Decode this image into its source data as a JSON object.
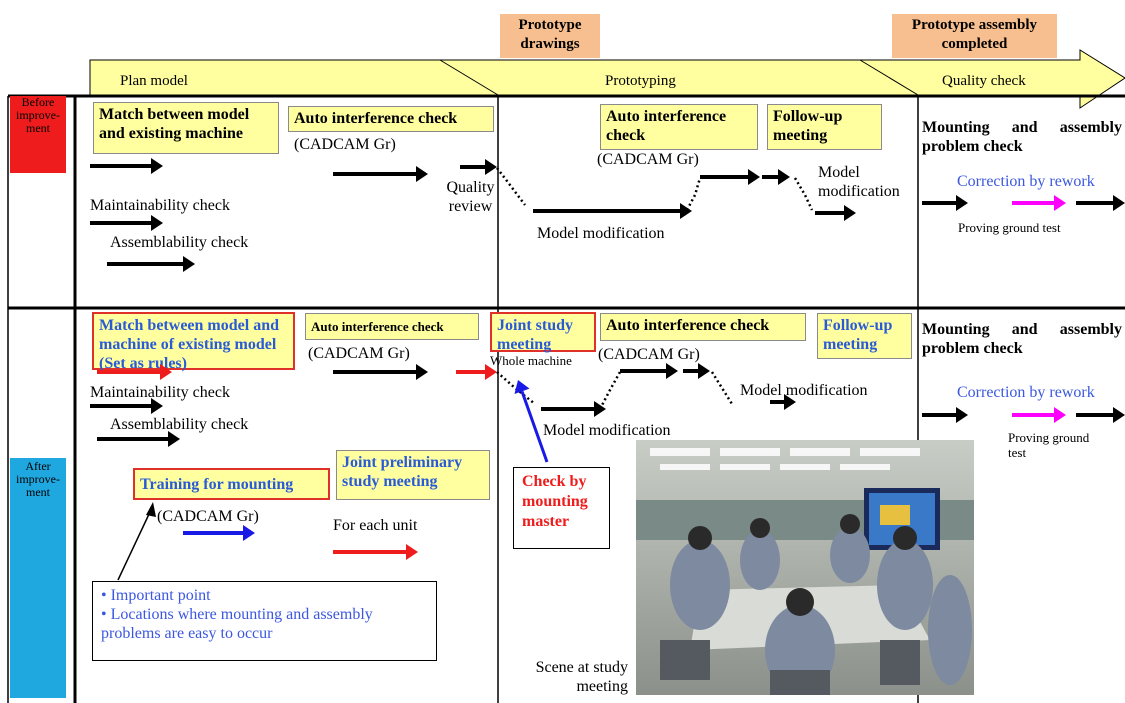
{
  "milestones": {
    "prototype_drawings": "Prototype drawings",
    "prototype_assembly_completed": "Prototype assembly completed"
  },
  "phases": {
    "plan_model": "Plan model",
    "prototyping": "Prototyping",
    "quality_check": "Quality check"
  },
  "row_tags": {
    "before": "Before improve-ment",
    "after": "After improve-ment"
  },
  "before": {
    "match_box": "Match between model and existing machine",
    "auto_interference_1": "Auto interference check",
    "cadcam_1": "(CADCAM Gr)",
    "maintainability": "Maintainability check",
    "assemblability": "Assemblability check",
    "quality_review": "Quality review",
    "model_modification_1": "Model modification",
    "auto_interference_2": "Auto interference check",
    "cadcam_2": "(CADCAM Gr)",
    "follow_up": "Follow-up meeting",
    "model_modification_2": "Model modification",
    "mounting_check": "Mounting and assembly problem check",
    "correction": "Correction by rework",
    "proving": "Proving ground test"
  },
  "after": {
    "match_box": "Match between model and machine of existing model (Set as rules)",
    "auto_interference_1": "Auto interference check",
    "cadcam_1": "(CADCAM Gr)",
    "maintainability": "Maintainability check",
    "assemblability": "Assemblability check",
    "joint_study": "Joint study meeting",
    "whole_machine": "Whole machine",
    "auto_interference_2": "Auto interference check",
    "cadcam_2": "(CADCAM Gr)",
    "follow_up": "Follow-up meeting",
    "model_modification_1": "Model modification",
    "model_modification_2": "Model modification",
    "training": "Training for mounting",
    "cadcam_3": "(CADCAM Gr)",
    "joint_preliminary": "Joint preliminary study meeting",
    "for_each_unit": "For each unit",
    "check_by_master": "Check by mounting master",
    "important_point": "• Important point",
    "locations": "• Locations where mounting and assembly problems are easy to occur",
    "mounting_check": "Mounting and assembly problem check",
    "correction": "Correction by rework",
    "proving": "Proving ground test",
    "photo_caption": "Scene at study meeting"
  },
  "colors": {
    "before_tag": "#ee1c1c",
    "after_tag": "#1fa8e0",
    "box_fill": "#ffffa0",
    "milestone_fill": "#f7bf8f",
    "phase_fill": "#ffffa0",
    "arrow_black": "#000000",
    "arrow_red": "#ee1c1c",
    "arrow_blue": "#1a1ae6",
    "arrow_magenta": "#ff00ff",
    "blue_text": "#3b57e0"
  }
}
